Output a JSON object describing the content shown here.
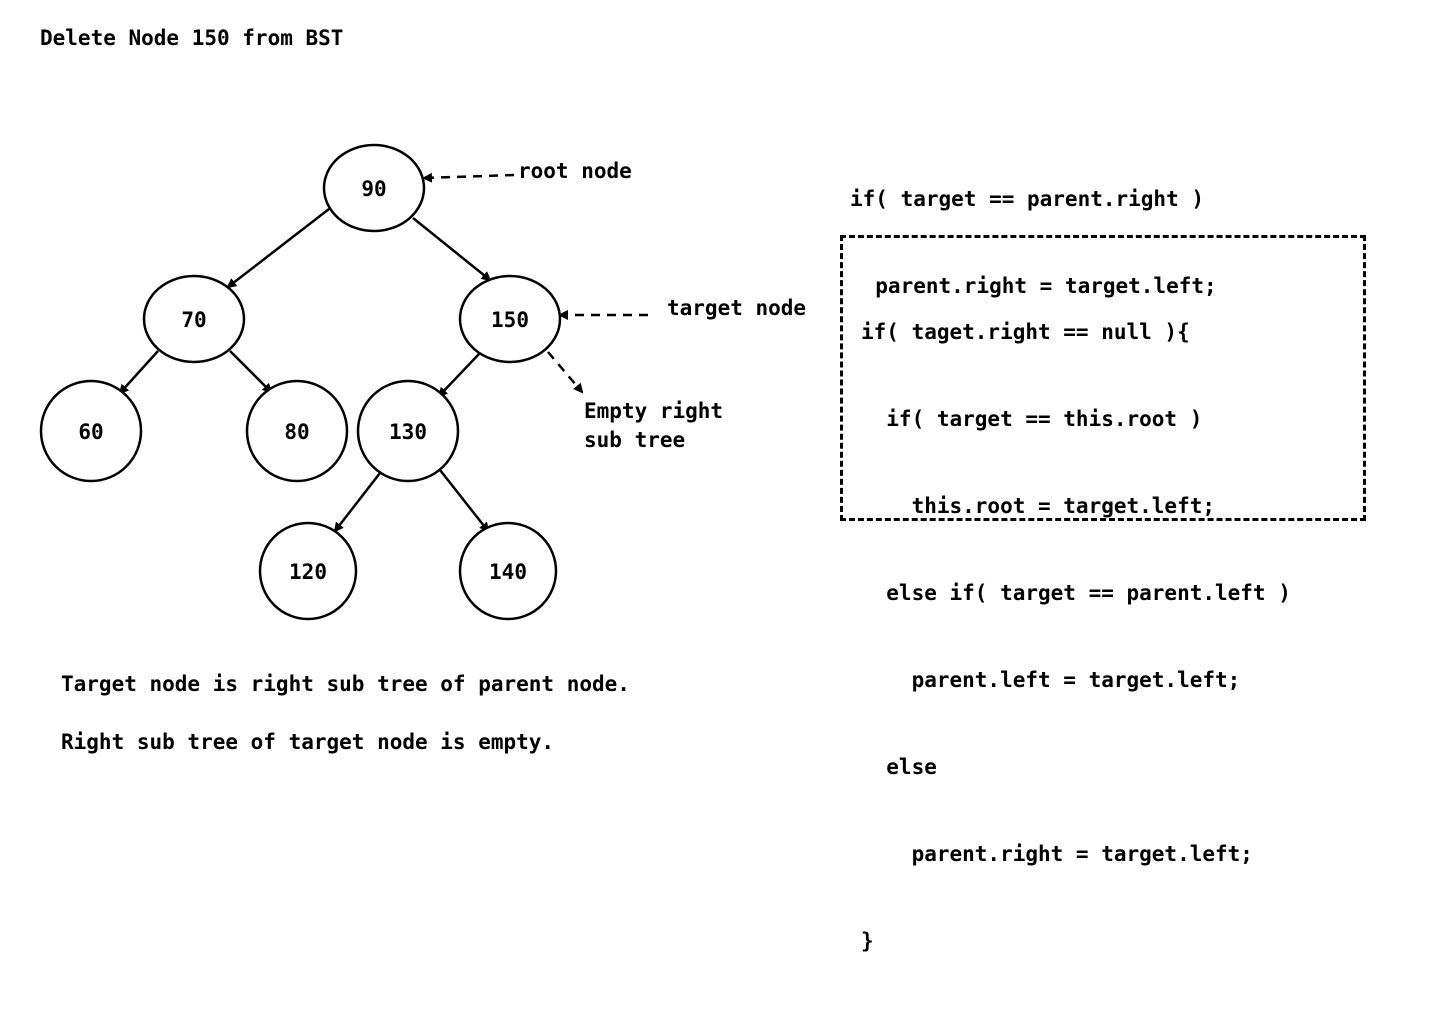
{
  "title": "Delete Node 150 from BST",
  "tree": {
    "nodes": [
      {
        "id": "n90",
        "label": "90"
      },
      {
        "id": "n70",
        "label": "70"
      },
      {
        "id": "n150",
        "label": "150"
      },
      {
        "id": "n60",
        "label": "60"
      },
      {
        "id": "n80",
        "label": "80"
      },
      {
        "id": "n130",
        "label": "130"
      },
      {
        "id": "n120",
        "label": "120"
      },
      {
        "id": "n140",
        "label": "140"
      }
    ],
    "edges": [
      {
        "from": "n90",
        "to": "n70"
      },
      {
        "from": "n90",
        "to": "n150"
      },
      {
        "from": "n70",
        "to": "n60"
      },
      {
        "from": "n70",
        "to": "n80"
      },
      {
        "from": "n150",
        "to": "n130"
      },
      {
        "from": "n130",
        "to": "n120"
      },
      {
        "from": "n130",
        "to": "n140"
      }
    ]
  },
  "annotations": {
    "root_node": "root node",
    "target_node": "target node",
    "empty_right_line1": "Empty right",
    "empty_right_line2": "sub tree"
  },
  "code_top": [
    "if( target == parent.right )",
    "  parent.right = target.left;"
  ],
  "code_box": [
    "if( taget.right == null ){",
    "  if( target == this.root )",
    "    this.root = target.left;",
    "  else if( target == parent.left )",
    "    parent.left = target.left;",
    "  else",
    "    parent.right = target.left;",
    "}"
  ],
  "notes": {
    "line1": "Target node is right sub tree of parent node.",
    "line2": "Right sub tree of target node is empty."
  }
}
